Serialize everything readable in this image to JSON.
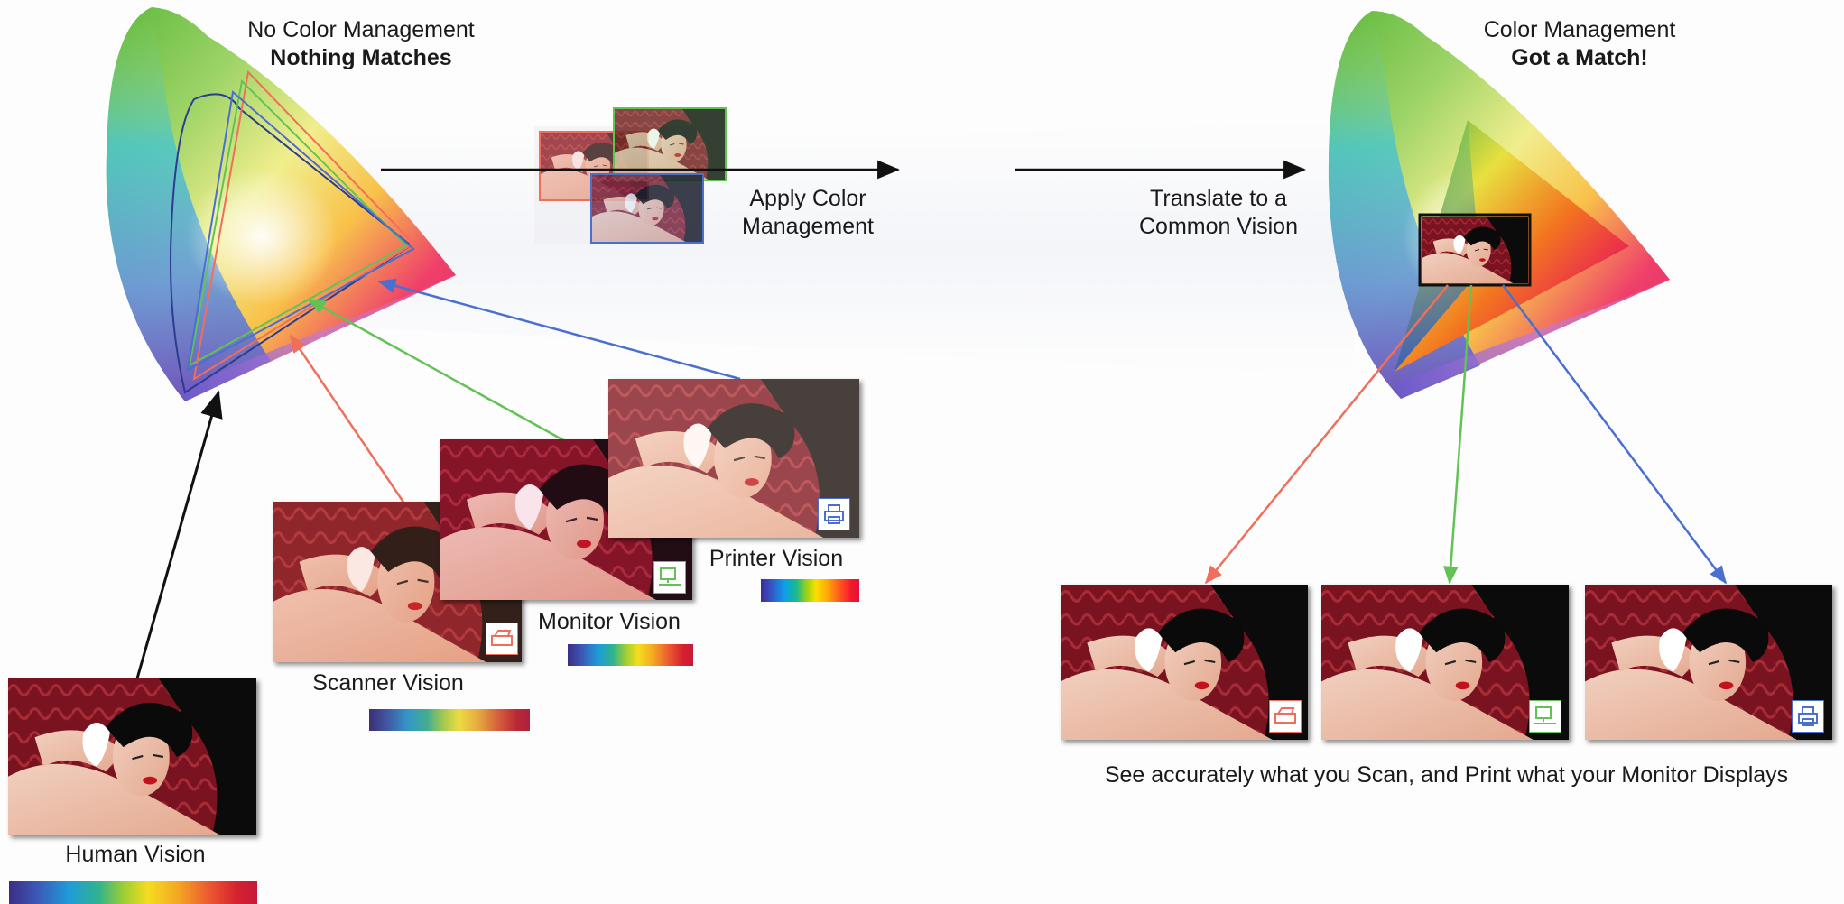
{
  "left_panel": {
    "heading_line1": "No Color Management",
    "heading_line2": "Nothing Matches",
    "apply_label_line1": "Apply Color",
    "apply_label_line2": "Management",
    "human_label": "Human Vision",
    "scanner_label": "Scanner Vision",
    "monitor_label": "Monitor Vision",
    "printer_label": "Printer Vision"
  },
  "right_panel": {
    "heading_line1": "Color Management",
    "heading_line2": "Got a Match!",
    "translate_label_line1": "Translate to a",
    "translate_label_line2": "Common Vision",
    "caption": "See accurately what you Scan, and Print what your Monitor Displays"
  },
  "colors": {
    "scanner": "#ef6f5c",
    "monitor": "#63c256",
    "printer": "#4a6fd0",
    "arrow": "#111111"
  },
  "icons": [
    "scanner-icon",
    "monitor-icon",
    "printer-icon"
  ]
}
